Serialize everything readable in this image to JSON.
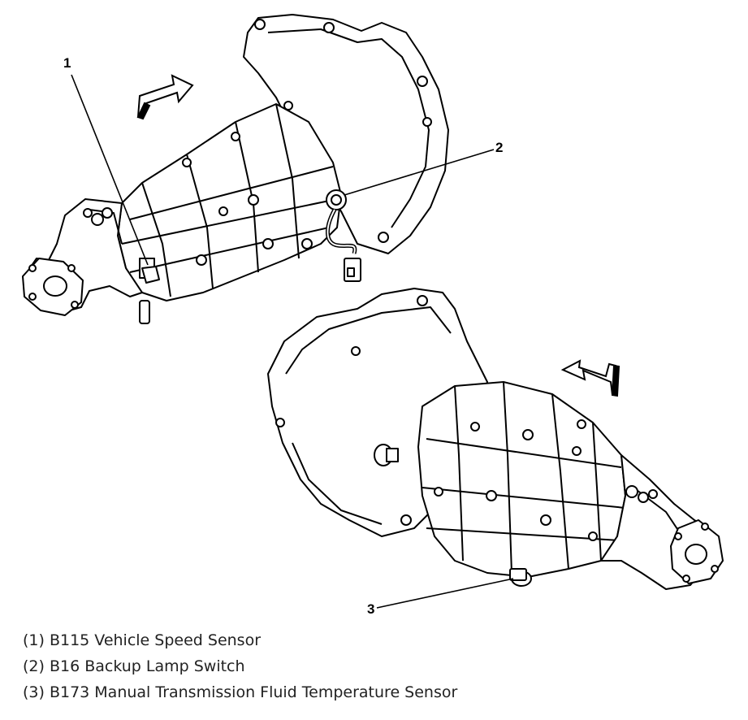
{
  "callouts": [
    {
      "number": "1"
    },
    {
      "number": "2"
    },
    {
      "number": "3"
    }
  ],
  "legend": [
    "(1) B115 Vehicle Speed Sensor",
    "(2) B16 Backup Lamp Switch",
    "(3) B173 Manual Transmission Fluid Temperature Sensor"
  ]
}
